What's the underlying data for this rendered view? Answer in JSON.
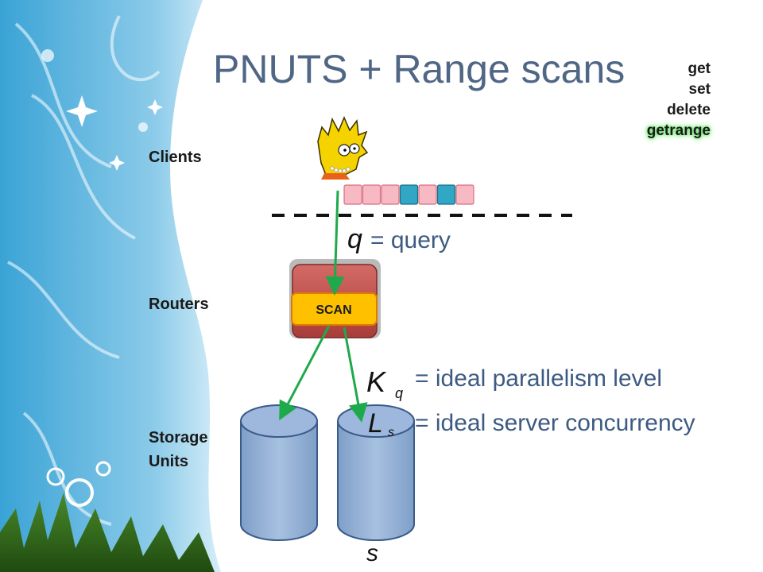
{
  "slide": {
    "title": "PNUTS + Range scans",
    "operations": [
      "get",
      "set",
      "delete",
      "getrange"
    ],
    "highlighted_operation": "getrange"
  },
  "labels": {
    "clients": "Clients",
    "routers": "Routers",
    "storage_line1": "Storage",
    "storage_line2": "Units"
  },
  "router": {
    "scan_label": "SCAN"
  },
  "equations": {
    "query_symbol": "q",
    "query_text": "= query",
    "parallelism_symbol": "K",
    "parallelism_subscript": "q",
    "parallelism_text": "=  ideal parallelism level",
    "concurrency_symbol": "L",
    "concurrency_subscript": "s",
    "concurrency_text": "=  ideal server concurrency",
    "server_symbol": "s"
  },
  "colors": {
    "title": "#4f6685",
    "equation_text": "#3d5a82",
    "arrow": "#1eaa4a",
    "router_box": "#c0504d",
    "scan_box": "#ffc000",
    "cylinder": "#95b3d7",
    "query_cell_pink": "#f7b9c4",
    "query_cell_blue": "#31a7c5"
  },
  "query_cells": [
    "pink",
    "pink",
    "pink",
    "blue",
    "pink",
    "blue",
    "pink"
  ]
}
